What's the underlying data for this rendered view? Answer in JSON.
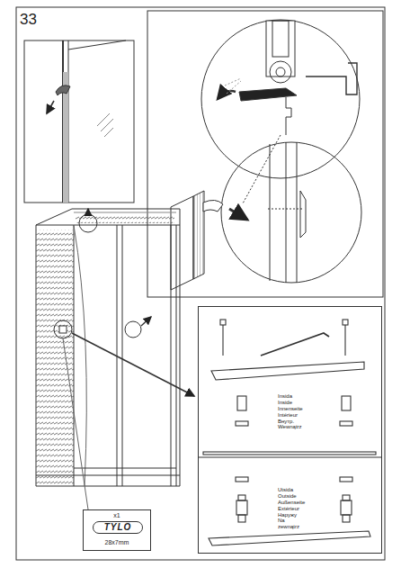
{
  "diagram": {
    "nodes": [
      {
        "text": [
          "Insida Inside Innenseite Intérieur Внутр. Wewnątrz",
          "Utsida Outside Außenseite Extérieur Наружу Na zewnątrz"
        ]
      },
      {
        "text": [
          "x1",
          "TYLÖ",
          "28x7mm"
        ]
      }
    ],
    "labels": [
      "33"
    ]
  }
}
